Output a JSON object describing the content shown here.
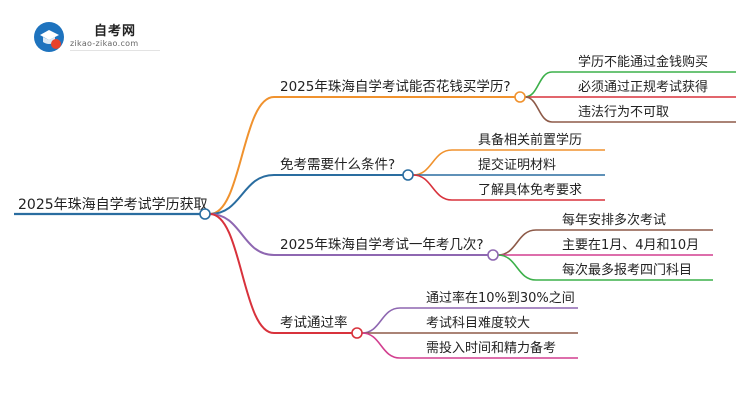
{
  "logo": {
    "name": "自考网",
    "url": "zikao-zikao.com"
  },
  "root": "2025年珠海自学考试学历获取",
  "branches": [
    {
      "label": "2025年珠海自学考试能否花钱买学历?",
      "color": "#f0922e",
      "leaves": [
        {
          "text": "学历不能通过金钱购买",
          "color": "#3cb04a"
        },
        {
          "text": "必须通过正规考试获得",
          "color": "#d8323c"
        },
        {
          "text": "违法行为不可取",
          "color": "#8d5a48"
        }
      ]
    },
    {
      "label": "免考需要什么条件?",
      "color": "#2a6da0",
      "leaves": [
        {
          "text": "具备相关前置学历",
          "color": "#f0922e"
        },
        {
          "text": "提交证明材料",
          "color": "#2a6da0"
        },
        {
          "text": "了解具体免考要求",
          "color": "#d8323c"
        }
      ]
    },
    {
      "label": "2025年珠海自学考试一年考几次?",
      "color": "#8e67b1",
      "leaves": [
        {
          "text": "每年安排多次考试",
          "color": "#8d5a48"
        },
        {
          "text": "主要在1月、4月和10月",
          "color": "#d23f8f"
        },
        {
          "text": "每次最多报考四门科目",
          "color": "#3cb04a"
        }
      ]
    },
    {
      "label": "考试通过率",
      "color": "#d8323c",
      "leaves": [
        {
          "text": "通过率在10%到30%之间",
          "color": "#8e67b1"
        },
        {
          "text": "考试科目难度较大",
          "color": "#8d5a48"
        },
        {
          "text": "需投入时间和精力备考",
          "color": "#d23f8f"
        }
      ]
    }
  ],
  "colors": {
    "root_line": "#2a6da0",
    "text": "#222222"
  }
}
